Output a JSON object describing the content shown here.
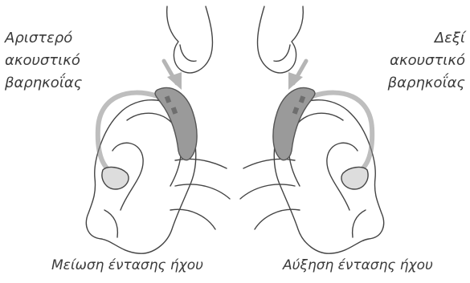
{
  "left_label": [
    "Αριστερό",
    "ακουστικό",
    "βαρηκοΐας"
  ],
  "right_label": [
    "Δεξί",
    "ακουστικό",
    "βαρηκοΐας"
  ],
  "caption_left": "Μείωση έντασης ήχου",
  "caption_right": "Αύξηση έντασης ήχου",
  "colors": {
    "line": "#444444",
    "arrow": "#b5b5b5",
    "device": "#9a9a9a",
    "device_dark": "#6e6e6e",
    "ear_fill": "#ffffff"
  }
}
